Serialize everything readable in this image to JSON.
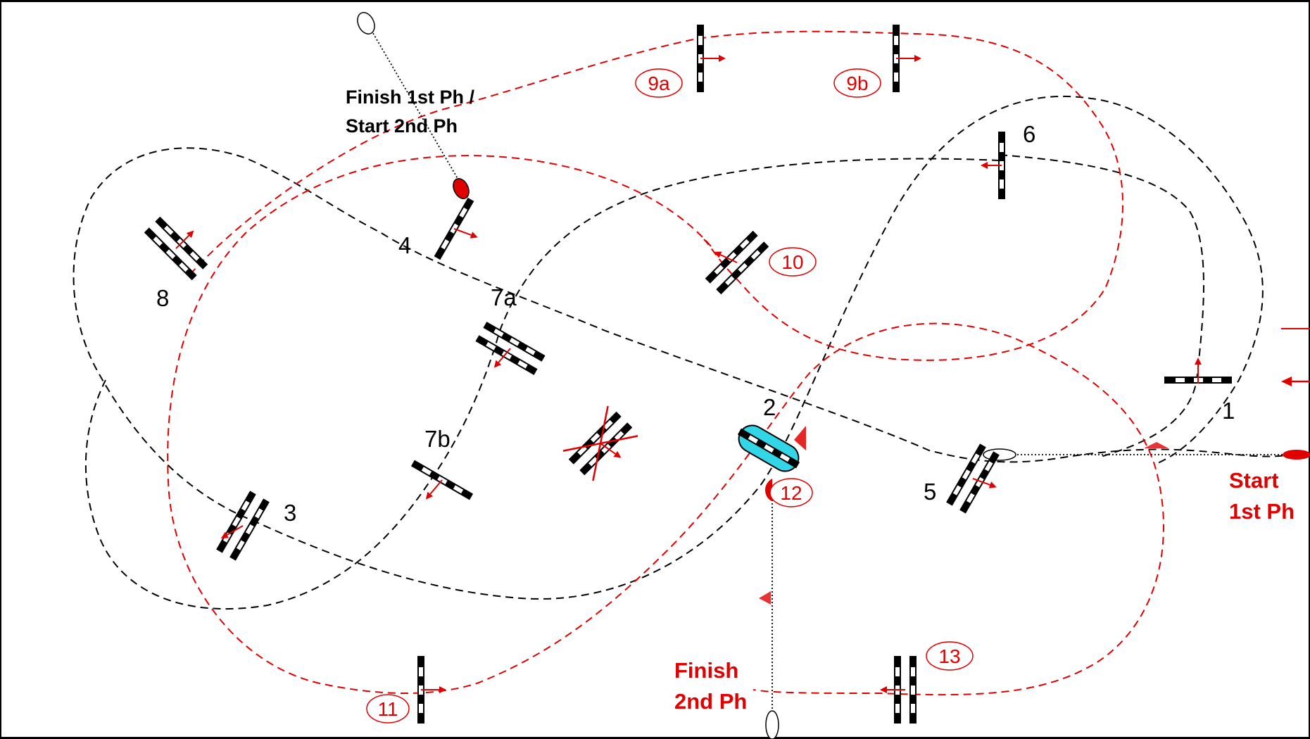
{
  "diagram": {
    "obstacles_black": [
      "1",
      "2",
      "3",
      "4",
      "5",
      "6",
      "7a",
      "7b",
      "8"
    ],
    "obstacles_red": [
      "9a",
      "9b",
      "10",
      "11",
      "12",
      "13"
    ],
    "labels": {
      "finish_1st_start_2nd_line1": "Finish 1st Ph /",
      "finish_1st_start_2nd_line2": "Start 2nd Ph",
      "start_1st_line1": "Start",
      "start_1st_line2": "1st Ph",
      "finish_2nd_line1": "Finish",
      "finish_2nd_line2": "2nd Ph"
    },
    "colors": {
      "background": "#000000",
      "arena": "#ffffff",
      "first_phase_track": "#000000",
      "second_phase_track": "#e00000",
      "water_jump": "#33d6e6"
    }
  }
}
